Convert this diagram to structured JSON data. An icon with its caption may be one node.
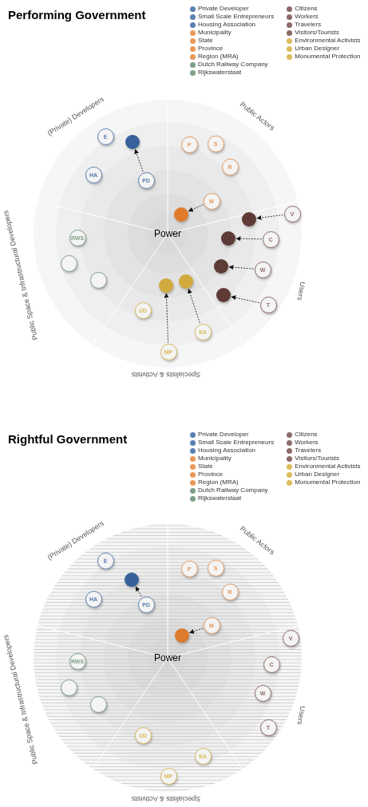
{
  "diagram": {
    "title": "Performing Government",
    "nodes": [
      {
        "text": [
          "E"
        ]
      },
      {
        "text": [],
        "shape": "circle"
      },
      {
        "text": [
          "HA"
        ]
      },
      {
        "text": [
          "PD"
        ]
      },
      {
        "text": [
          "P"
        ]
      },
      {
        "text": [
          "S"
        ]
      },
      {
        "text": [
          "R"
        ]
      },
      {
        "text": [
          "M"
        ]
      },
      {
        "text": [],
        "shape": "circle"
      },
      {
        "text": [
          "RWS"
        ]
      },
      {
        "text": [],
        "shape": "circle"
      },
      {
        "text": [],
        "shape": "circle"
      },
      {
        "text": [],
        "shape": "circle"
      },
      {
        "text": [
          "V"
        ]
      },
      {
        "text": [],
        "shape": "circle"
      },
      {
        "text": [
          "C"
        ]
      },
      {
        "text": [],
        "shape": "circle"
      },
      {
        "text": [
          "W"
        ]
      },
      {
        "text": [],
        "shape": "circle"
      },
      {
        "text": [
          "T"
        ]
      },
      {
        "text": [
          "UD"
        ]
      },
      {
        "text": [],
        "shape": "circle"
      },
      {
        "text": [],
        "shape": "circle"
      },
      {
        "text": [
          "EA"
        ]
      },
      {
        "text": [
          "MP"
        ]
      },
      {
        "text": [
          "E"
        ]
      },
      {
        "text": [],
        "shape": "circle"
      },
      {
        "text": [
          "HA"
        ]
      },
      {
        "text": [
          "PD"
        ]
      },
      {
        "text": [
          "P"
        ]
      },
      {
        "text": [
          "S"
        ]
      },
      {
        "text": [
          "R"
        ]
      },
      {
        "text": [
          "M"
        ]
      },
      {
        "text": [],
        "shape": "circle"
      },
      {
        "text": [
          "RWS"
        ]
      },
      {
        "text": [],
        "shape": "circle"
      },
      {
        "text": [],
        "shape": "circle"
      },
      {
        "text": [
          "V"
        ]
      },
      {
        "text": [
          "C"
        ]
      },
      {
        "text": [
          "W"
        ]
      },
      {
        "text": [
          "T"
        ]
      },
      {
        "text": [
          "UD"
        ]
      },
      {
        "text": [
          "EA"
        ]
      },
      {
        "text": [
          "MP"
        ]
      }
    ],
    "edges": [
      {
        "from": 3,
        "to": 1,
        "arrow": "to",
        "style": "dashed"
      },
      {
        "from": 7,
        "to": 8,
        "arrow": "to",
        "style": "dashed"
      },
      {
        "from": 13,
        "to": 12,
        "arrow": "to",
        "style": "dashed"
      },
      {
        "from": 15,
        "to": 14,
        "arrow": "to",
        "style": "dashed"
      },
      {
        "from": 17,
        "to": 16,
        "arrow": "to",
        "style": "dashed"
      },
      {
        "from": 19,
        "to": 18,
        "arrow": "to",
        "style": "dashed"
      },
      {
        "from": 24,
        "to": 21,
        "arrow": "to",
        "style": "dashed"
      },
      {
        "from": 23,
        "to": 22,
        "arrow": "to",
        "style": "dashed"
      },
      {
        "from": 28,
        "to": 26,
        "arrow": "to",
        "style": "dashed"
      },
      {
        "from": 32,
        "to": 33,
        "arrow": "to",
        "style": "dashed"
      }
    ],
    "labels": [
      "Power",
      "(Private) Developers",
      "Public Actors",
      "Public Space & Infrastructural Developers",
      "Users",
      "Specialists & Activists",
      "Rightful Government",
      "Power",
      "(Private) Developers",
      "Public Actors",
      "Public Space & Infrastructural Developers",
      "Users",
      "Specialists & Activists"
    ],
    "legend": [
      {
        "text": "Private Developer",
        "color": "#5b80b2"
      },
      {
        "text": "Small Scale Entrepreneurs",
        "color": "#5b80b2"
      },
      {
        "text": "Housing Association",
        "color": "#5b80b2"
      },
      {
        "text": "Municipality",
        "color": "#e8995a"
      },
      {
        "text": "State",
        "color": "#e8995a"
      },
      {
        "text": "Province",
        "color": "#e8995a"
      },
      {
        "text": "Region (MRA)",
        "color": "#e8995a"
      },
      {
        "text": "Dutch Railway Company",
        "color": "#7fa088"
      },
      {
        "text": "Rijkswaterstaat",
        "color": "#7fa088"
      },
      {
        "text": "Citizens",
        "color": "#8c6b67"
      },
      {
        "text": "Workers",
        "color": "#8c6b67"
      },
      {
        "text": "Travelers",
        "color": "#8c6b67"
      },
      {
        "text": "Visitors/Tourists",
        "color": "#8c6b67"
      },
      {
        "text": "Environmental Activists",
        "color": "#dcbc5c"
      },
      {
        "text": "Urban Designer",
        "color": "#dcbc5c"
      },
      {
        "text": "Monumental Protection",
        "color": "#dcbc5c"
      },
      {
        "text": "Private Developer",
        "color": "#5b80b2"
      },
      {
        "text": "Small Scale Entrepreneurs",
        "color": "#5b80b2"
      },
      {
        "text": "Housing Association",
        "color": "#5b80b2"
      },
      {
        "text": "Municipality",
        "color": "#e8995a"
      },
      {
        "text": "State",
        "color": "#e8995a"
      },
      {
        "text": "Province",
        "color": "#e8995a"
      },
      {
        "text": "Region (MRA)",
        "color": "#e8995a"
      },
      {
        "text": "Dutch Railway Company",
        "color": "#7fa088"
      },
      {
        "text": "Rijkswaterstaat",
        "color": "#7fa088"
      },
      {
        "text": "Citizens",
        "color": "#8c6b67"
      },
      {
        "text": "Workers",
        "color": "#8c6b67"
      },
      {
        "text": "Travelers",
        "color": "#8c6b67"
      },
      {
        "text": "Visitors/Tourists",
        "color": "#8c6b67"
      },
      {
        "text": "Environmental Activists",
        "color": "#dcbc5c"
      },
      {
        "text": "Urban Designer",
        "color": "#dcbc5c"
      },
      {
        "text": "Monumental Protection",
        "color": "#dcbc5c"
      }
    ]
  }
}
